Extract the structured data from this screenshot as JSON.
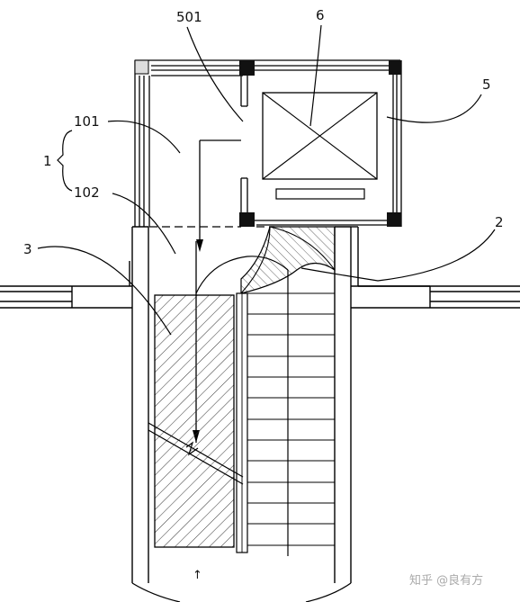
{
  "labels": {
    "n501": "501",
    "n6": "6",
    "n5": "5",
    "n101": "101",
    "n1": "1",
    "n102": "102",
    "n2": "2",
    "n3": "3",
    "bottom_mark": "↑"
  },
  "watermark": "知乎 @良有方"
}
